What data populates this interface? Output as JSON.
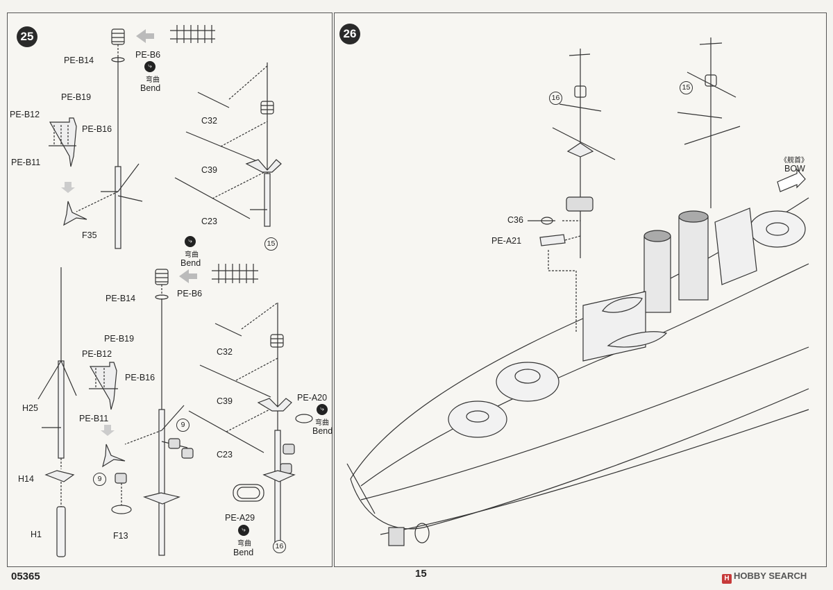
{
  "page": {
    "code": "05365",
    "number": "15"
  },
  "step25": {
    "number": "25",
    "labels": {
      "pe_b14_a": "PE-B14",
      "pe_b6_a": "PE-B6",
      "pe_b19_a": "PE-B19",
      "pe_b12_a": "PE-B12",
      "pe_b16_a": "PE-B16",
      "pe_b11_a": "PE-B11",
      "f35": "F35",
      "c32_a": "C32",
      "c39_a": "C39",
      "c23_a": "C23",
      "pe_b14_b": "PE-B14",
      "pe_b6_b": "PE-B6",
      "pe_b19_b": "PE-B19",
      "pe_b12_b": "PE-B12",
      "pe_b16_b": "PE-B16",
      "pe_b11_b": "PE-B11",
      "h25": "H25",
      "h14": "H14",
      "h1": "H1",
      "c32_b": "C32",
      "c39_b": "C39",
      "c23_b": "C23",
      "pe_a20": "PE-A20",
      "pe_a29": "PE-A29",
      "f13": "F13"
    },
    "circled": {
      "n15": "15",
      "n9a": "9",
      "n9b": "9",
      "n16": "16"
    },
    "bend": {
      "cn": "弯曲",
      "en": "Bend"
    }
  },
  "step26": {
    "number": "26",
    "labels": {
      "c36": "C36",
      "pe_a21": "PE-A21",
      "n16": "16",
      "n15": "15"
    },
    "bow": {
      "cn": "《舰首》",
      "en": "BOW"
    }
  },
  "watermark": "HOBBY SEARCH",
  "watermark_mark": "H"
}
